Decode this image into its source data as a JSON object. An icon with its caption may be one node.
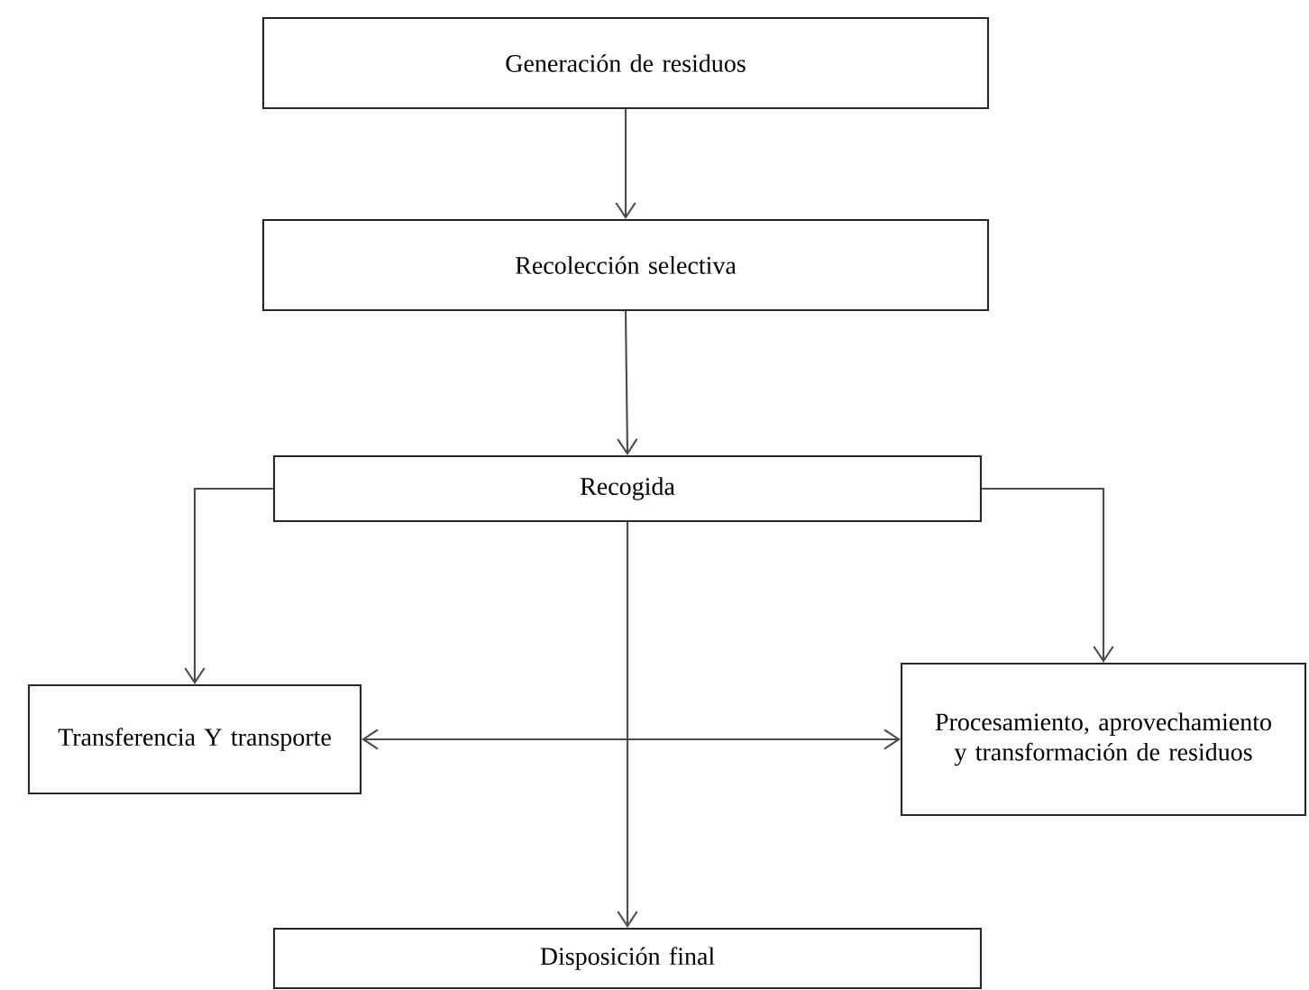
{
  "diagram": {
    "nodes": [
      {
        "text": [
          "Generación de residuos"
        ]
      },
      {
        "text": [
          "Recolección selectiva"
        ]
      },
      {
        "text": [
          "Recogida"
        ]
      },
      {
        "text": [
          "Transferencia Y transporte"
        ]
      },
      {
        "text": [
          "Procesamiento, aprovechamiento y transformación de residuos"
        ]
      },
      {
        "text": [
          "Disposición final"
        ]
      }
    ],
    "edges": [
      {
        "from": 0,
        "to": 1,
        "arrow": "to"
      },
      {
        "from": 1,
        "to": 2,
        "arrow": "to"
      },
      {
        "from": 2,
        "to": 3,
        "arrow": "to"
      },
      {
        "from": 2,
        "to": 4,
        "arrow": "to"
      },
      {
        "from": 3,
        "to": 4,
        "arrow": "both"
      },
      {
        "from": 2,
        "to": 5,
        "arrow": "to"
      }
    ]
  }
}
